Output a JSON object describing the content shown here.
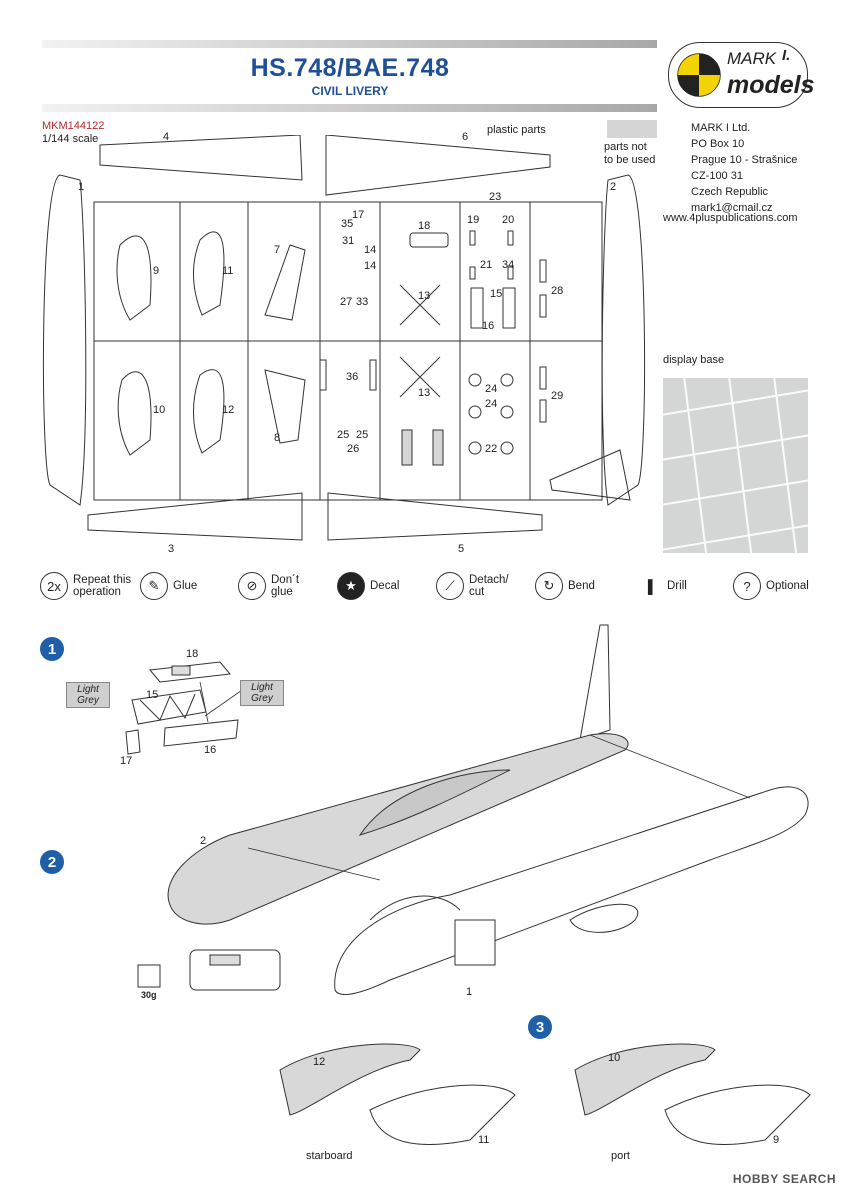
{
  "header": {
    "title": "HS.748/BAE.748",
    "subtitle": "CIVIL LIVERY",
    "product_code": "MKM144122",
    "scale": "1/144 scale",
    "plastic_parts_label": "plastic parts",
    "not_used_label": "parts not\nto be used"
  },
  "logo": {
    "line1": "MARK",
    "line1b": "I.",
    "line2": "models"
  },
  "address": [
    "MARK I Ltd.",
    "PO Box 10",
    "Prague 10 - Strašnice",
    "CZ-100 31",
    "Czech Republic",
    "mark1@cmail.cz",
    "www.4pluspublications.com"
  ],
  "display_base_label": "display base",
  "sprue_numbers": [
    "1",
    "2",
    "3",
    "4",
    "5",
    "6",
    "7",
    "8",
    "9",
    "10",
    "11",
    "12",
    "13",
    "13",
    "14",
    "14",
    "15",
    "16",
    "17",
    "18",
    "19",
    "20",
    "21",
    "22",
    "23",
    "24",
    "24",
    "25",
    "25",
    "26",
    "27",
    "28",
    "29",
    "31",
    "33",
    "34",
    "35",
    "36"
  ],
  "legend": [
    {
      "icon": "2x",
      "label": "Repeat this operation"
    },
    {
      "icon": "glue",
      "label": "Glue"
    },
    {
      "icon": "no-glue",
      "label": "Don´t glue"
    },
    {
      "icon": "star",
      "label": "Decal"
    },
    {
      "icon": "knife",
      "label": "Detach/ cut"
    },
    {
      "icon": "bend",
      "label": "Bend"
    },
    {
      "icon": "drill",
      "label": "Drill"
    },
    {
      "icon": "?",
      "label": "Optional"
    }
  ],
  "steps": {
    "step1": {
      "number": "1",
      "parts": [
        "18",
        "15",
        "17",
        "16"
      ],
      "color_tag": "Light Grey"
    },
    "step2": {
      "number": "2",
      "parts": [
        "2",
        "1"
      ],
      "weight": "30g"
    },
    "step3": {
      "number": "3",
      "left_parts": [
        "12",
        "11"
      ],
      "left_label": "starboard",
      "right_parts": [
        "10",
        "9"
      ],
      "right_label": "port"
    }
  },
  "watermark": "HOBBY SEARCH"
}
